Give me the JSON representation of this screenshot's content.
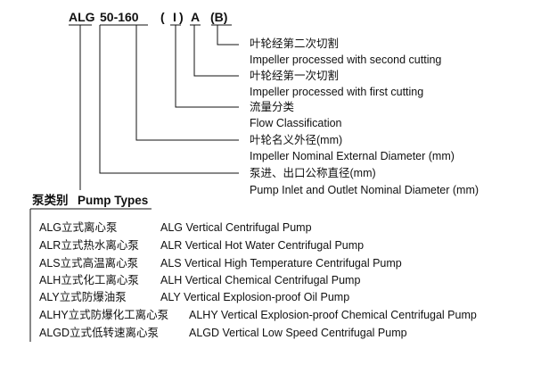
{
  "model_code": {
    "prefix": "ALG",
    "size": "50-160",
    "paren_open": "(",
    "cut_mark": "I",
    "paren_close": ")",
    "letter": "A",
    "suffix": "(B)"
  },
  "legend": [
    {
      "cn": "叶轮经第二次切割",
      "en": "Impeller processed with second cutting"
    },
    {
      "cn": "叶轮经第一次切割",
      "en": "Impeller processed with first cutting"
    },
    {
      "cn": "流量分类",
      "en": "Flow Classification"
    },
    {
      "cn": "叶轮名义外径(mm)",
      "en": "Impeller Nominal External Diameter (mm)"
    },
    {
      "cn": "泵进、出口公称直径(mm)",
      "en": "Pump Inlet and Outlet Nominal Diameter (mm)"
    }
  ],
  "pump_types": {
    "title_cn": "泵类别",
    "title_en": "Pump Types",
    "items": [
      {
        "cn": "ALG立式离心泵",
        "en": "ALG Vertical Centrifugal Pump"
      },
      {
        "cn": "ALR立式热水离心泵",
        "en": "ALR Vertical Hot Water Centrifugal Pump"
      },
      {
        "cn": "ALS立式高温离心泵",
        "en": "ALS Vertical High Temperature Centrifugal Pump"
      },
      {
        "cn": "ALH立式化工离心泵",
        "en": "ALH Vertical Chemical Centrifugal Pump"
      },
      {
        "cn": "ALY立式防爆油泵",
        "en": "ALY Vertical Explosion-proof Oil Pump"
      },
      {
        "cn": "ALHY立式防爆化工离心泵",
        "en": "ALHY Vertical Explosion-proof Chemical Centrifugal Pump"
      },
      {
        "cn": "ALGD立式低转速离心泵",
        "en": "ALGD Vertical Low Speed Centrifugal Pump"
      }
    ]
  }
}
